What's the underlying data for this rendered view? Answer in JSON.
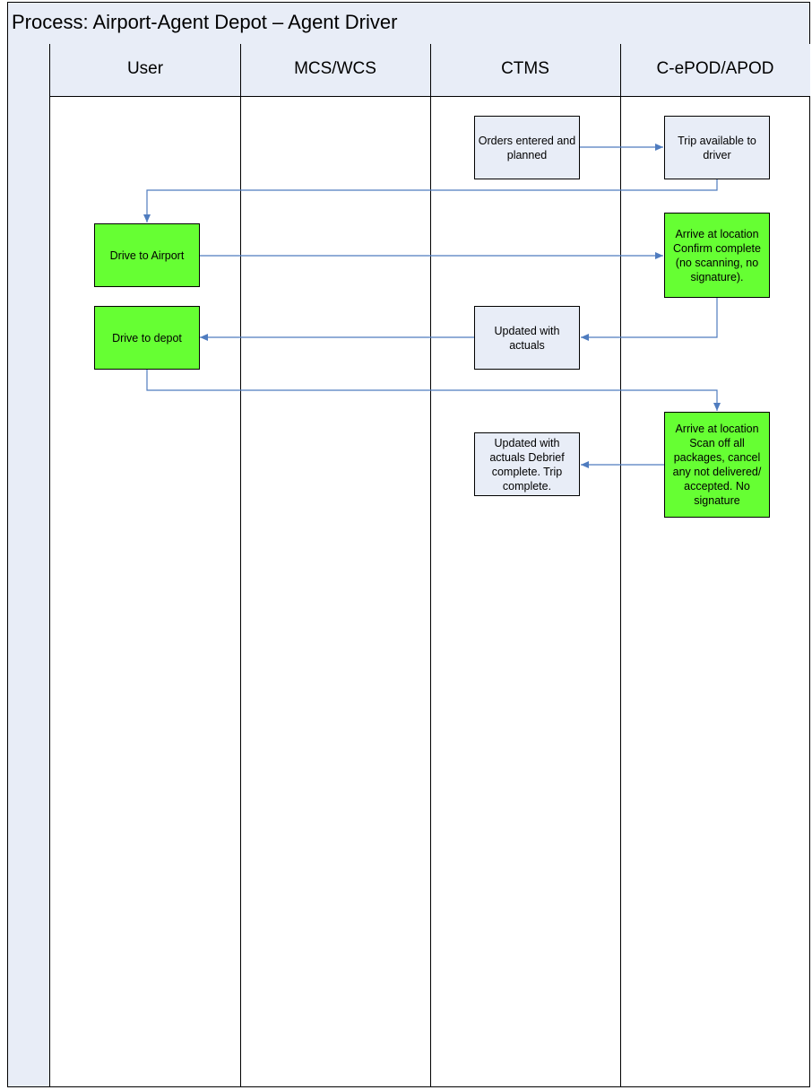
{
  "title": "Process: Airport-Agent Depot – Agent Driver",
  "lanes": [
    {
      "label": "User"
    },
    {
      "label": "MCS/WCS"
    },
    {
      "label": "CTMS"
    },
    {
      "label": "C-ePOD/APOD"
    }
  ],
  "steps": {
    "orders_entered": "Orders entered and planned",
    "trip_available": "Trip available to driver",
    "drive_to_airport": "Drive to Airport",
    "arrive_confirm": "Arrive at location Confirm complete (no scanning, no signature).",
    "updated_actuals_1": "Updated with actuals",
    "drive_to_depot": "Drive to depot",
    "arrive_scan": "Arrive at location Scan off all packages, cancel any not delivered/ accepted. No signature",
    "updated_debrief": "Updated with actuals Debrief complete. Trip complete."
  },
  "colors": {
    "header_fill": "#e8edf7",
    "system_box_fill": "#e8edf7",
    "activity_box_fill": "#66ff33",
    "connector": "#4f7cbf"
  }
}
